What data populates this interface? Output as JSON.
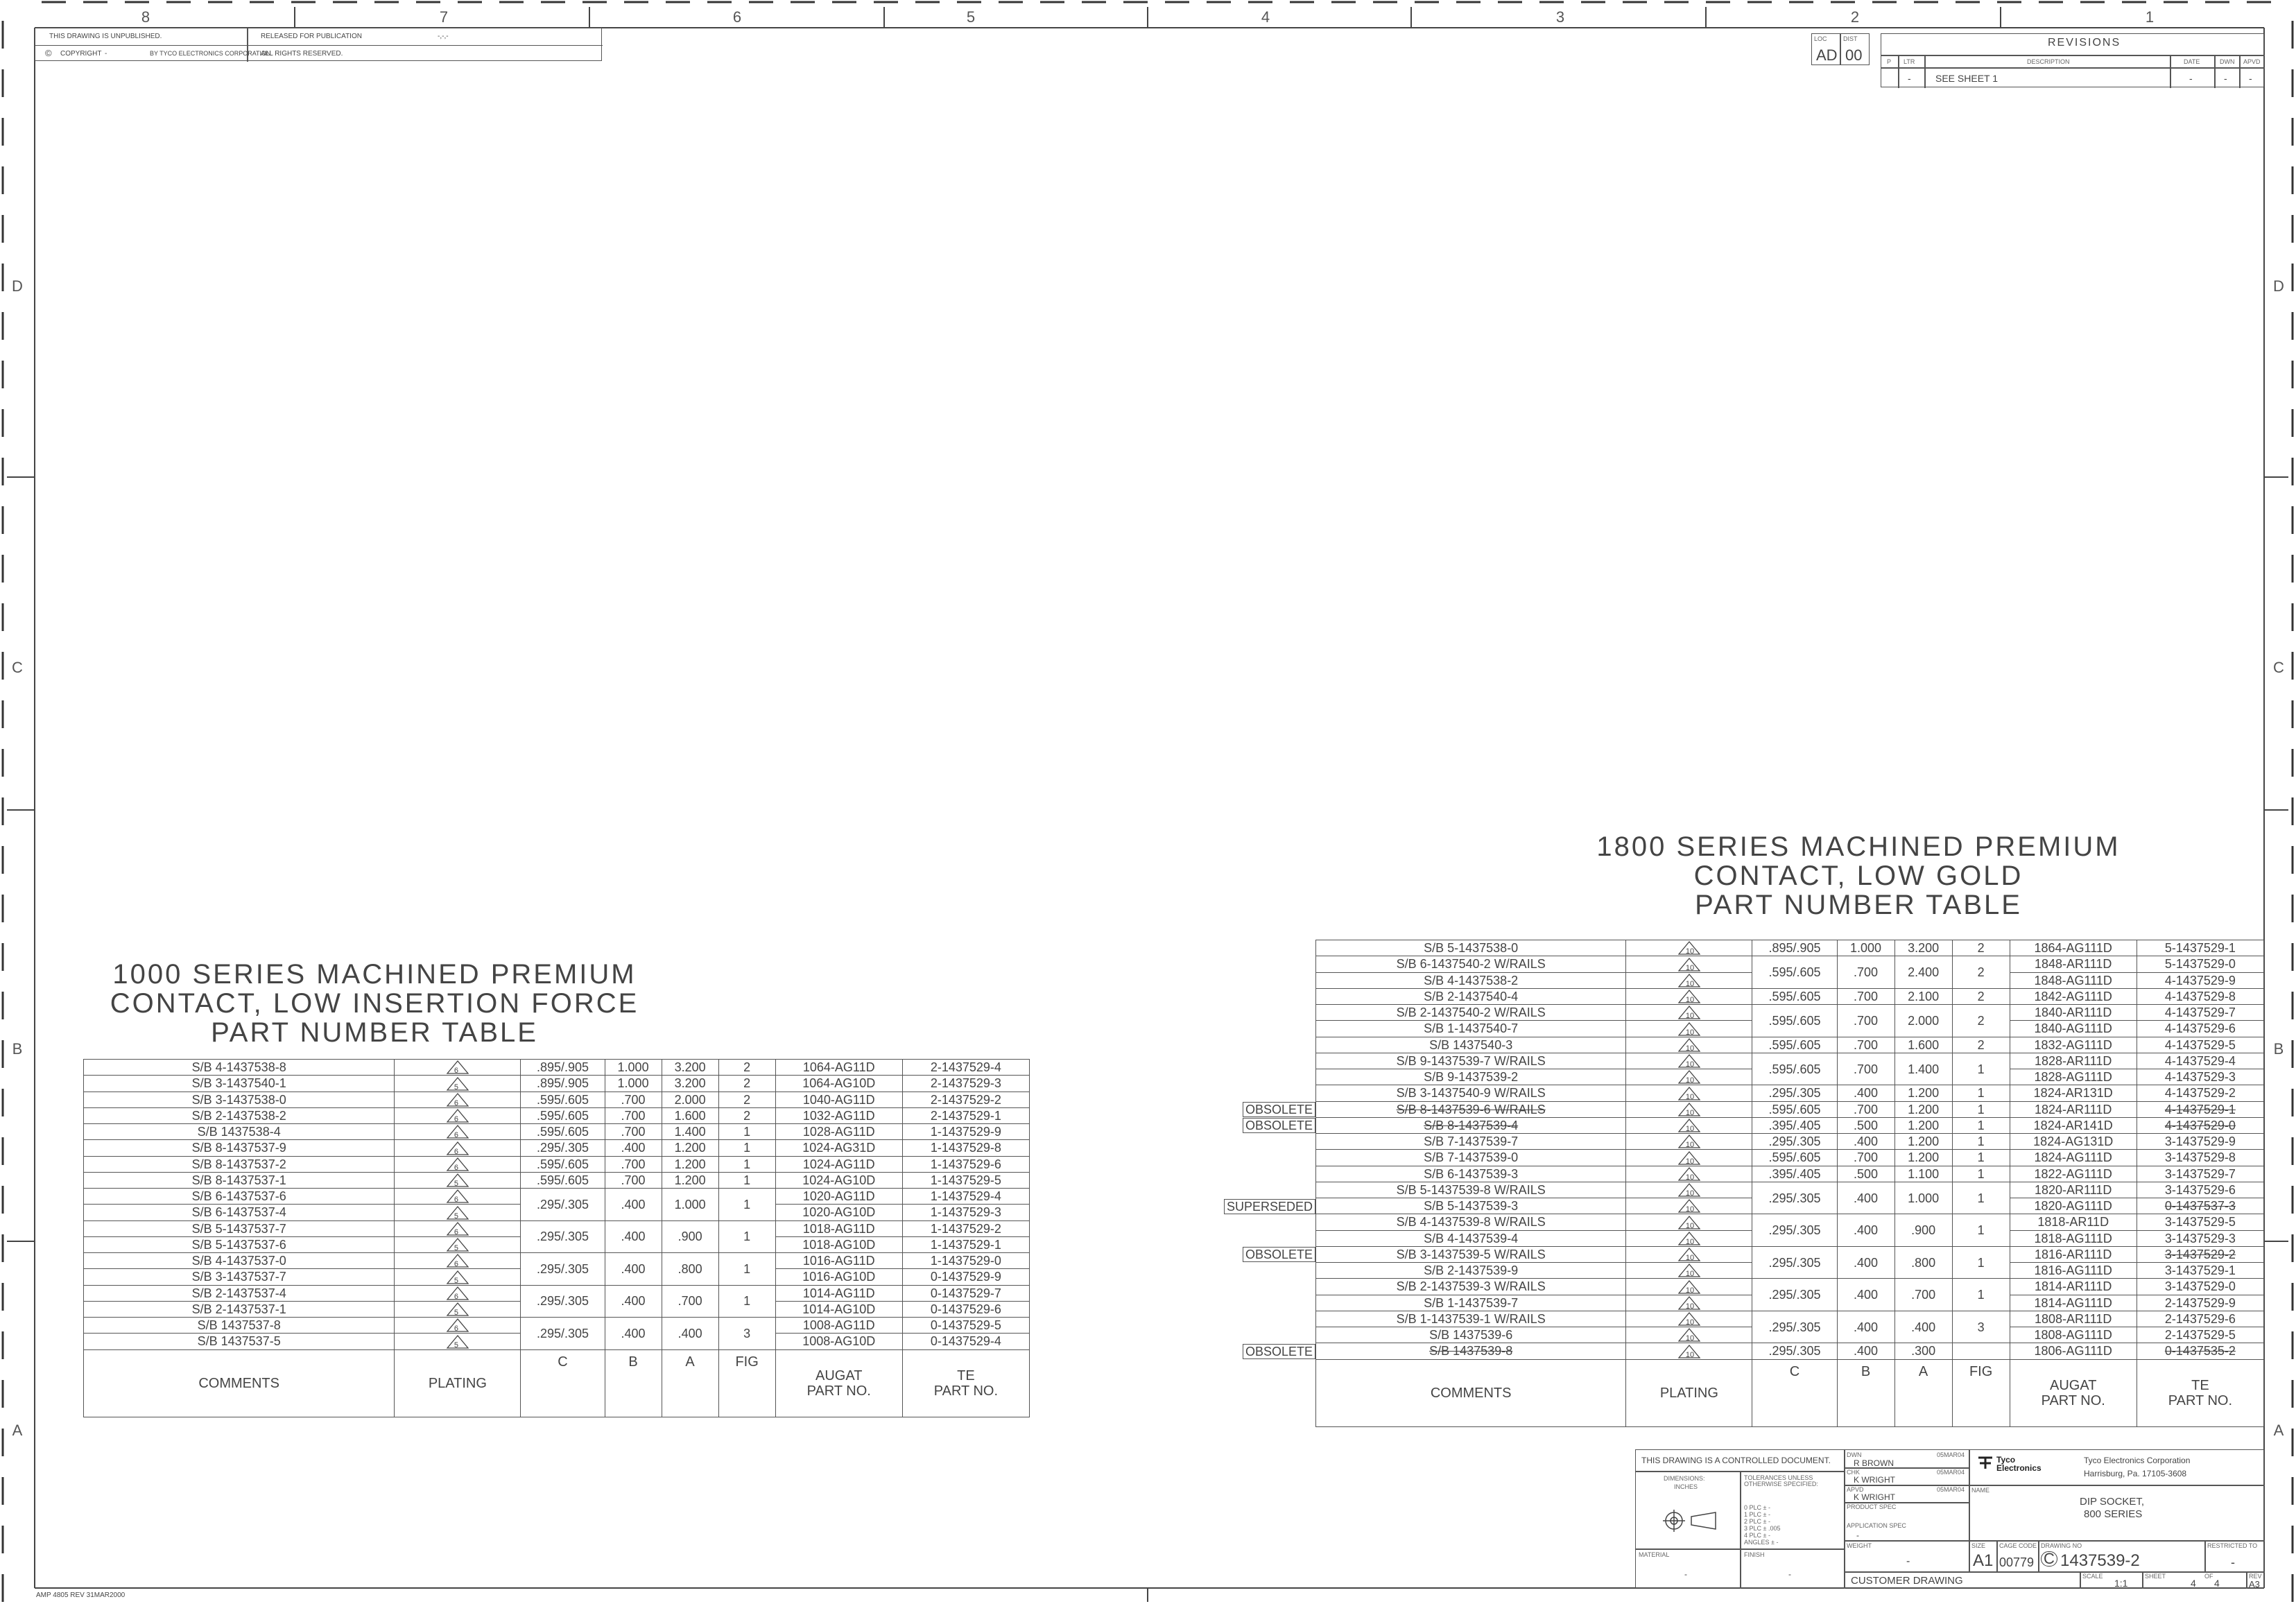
{
  "border": {
    "top_zones": [
      "8",
      "7",
      "6",
      "5",
      "4",
      "3",
      "2",
      "1"
    ],
    "side_zones": [
      "D",
      "C",
      "B",
      "A"
    ],
    "form_number": "AMP 4805 REV 31MAR2000"
  },
  "header": {
    "unpublished": "THIS DRAWING IS UNPUBLISHED.",
    "released": "RELEASED FOR PUBLICATION",
    "release_value": "-,-,-",
    "copyright": "COPYRIGHT",
    "copyright_dash": "-",
    "copyright_by": "BY TYCO ELECTRONICS CORPORATION.",
    "rights": "ALL RIGHTS RESERVED."
  },
  "revisions": {
    "loc_label": "LOC",
    "dist_label": "DIST",
    "loc": "AD",
    "dist": "00",
    "title": "REVISIONS",
    "col_p": "P",
    "col_ltr": "LTR",
    "col_desc": "DESCRIPTION",
    "col_date": "DATE",
    "col_dwn": "DWN",
    "col_apvd": "APVD",
    "row_ltr": "-",
    "row_desc": "SEE SHEET 1",
    "row_date": "-",
    "row_dwn": "-",
    "row_apvd": "-"
  },
  "table1000": {
    "title_lines": [
      "1000 SERIES MACHINED PREMIUM",
      "CONTACT, LOW INSERTION FORCE",
      "PART NUMBER TABLE"
    ],
    "headers": {
      "comments": "COMMENTS",
      "plating": "PLATING",
      "c": "C",
      "b": "B",
      "a": "A",
      "fig": "FIG",
      "augat": "AUGAT\nPART NO.",
      "te": "TE\nPART NO."
    },
    "rows": [
      {
        "comment": "S/B 4-1437538-8",
        "plating": "6",
        "c": ".895/.905",
        "b": "1.000",
        "a": "3.200",
        "fig": "2",
        "augat": "1064-AG11D",
        "te": "2-1437529-4"
      },
      {
        "comment": "S/B 3-1437540-1",
        "plating": "5",
        "c": ".895/.905",
        "b": "1.000",
        "a": "3.200",
        "fig": "2",
        "augat": "1064-AG10D",
        "te": "2-1437529-3"
      },
      {
        "comment": "S/B 3-1437538-0",
        "plating": "6",
        "c": ".595/.605",
        "b": ".700",
        "a": "2.000",
        "fig": "2",
        "augat": "1040-AG11D",
        "te": "2-1437529-2"
      },
      {
        "comment": "S/B 2-1437538-2",
        "plating": "6",
        "c": ".595/.605",
        "b": ".700",
        "a": "1.600",
        "fig": "2",
        "augat": "1032-AG11D",
        "te": "2-1437529-1"
      },
      {
        "comment": "S/B 1437538-4",
        "plating": "6",
        "c": ".595/.605",
        "b": ".700",
        "a": "1.400",
        "fig": "1",
        "augat": "1028-AG11D",
        "te": "1-1437529-9"
      },
      {
        "comment": "S/B 8-1437537-9",
        "plating": "6",
        "c": ".295/.305",
        "b": ".400",
        "a": "1.200",
        "fig": "1",
        "augat": "1024-AG31D",
        "te": "1-1437529-8"
      },
      {
        "comment": "S/B 8-1437537-2",
        "plating": "6",
        "c": ".595/.605",
        "b": ".700",
        "a": "1.200",
        "fig": "1",
        "augat": "1024-AG11D",
        "te": "1-1437529-6"
      },
      {
        "comment": "S/B 8-1437537-1",
        "plating": "5",
        "c": ".595/.605",
        "b": ".700",
        "a": "1.200",
        "fig": "1",
        "augat": "1024-AG10D",
        "te": "1-1437529-5"
      },
      {
        "comment": "S/B 6-1437537-6",
        "plating": "6",
        "c": ".295/.305",
        "b": ".400",
        "a": "1.000",
        "fig": "1",
        "augat": "1020-AG11D",
        "te": "1-1437529-4"
      },
      {
        "comment": "S/B 6-1437537-4",
        "plating": "5",
        "augat": "1020-AG10D",
        "te": "1-1437529-3"
      },
      {
        "comment": "S/B 5-1437537-7",
        "plating": "6",
        "c": ".295/.305",
        "b": ".400",
        "a": ".900",
        "fig": "1",
        "augat": "1018-AG11D",
        "te": "1-1437529-2"
      },
      {
        "comment": "S/B 5-1437537-6",
        "plating": "5",
        "augat": "1018-AG10D",
        "te": "1-1437529-1"
      },
      {
        "comment": "S/B 4-1437537-0",
        "plating": "6",
        "c": ".295/.305",
        "b": ".400",
        "a": ".800",
        "fig": "1",
        "augat": "1016-AG11D",
        "te": "1-1437529-0"
      },
      {
        "comment": "S/B 3-1437537-7",
        "plating": "5",
        "augat": "1016-AG10D",
        "te": "0-1437529-9"
      },
      {
        "comment": "S/B 2-1437537-4",
        "plating": "6",
        "c": ".295/.305",
        "b": ".400",
        "a": ".700",
        "fig": "1",
        "augat": "1014-AG11D",
        "te": "0-1437529-7"
      },
      {
        "comment": "S/B 2-1437537-1",
        "plating": "5",
        "augat": "1014-AG10D",
        "te": "0-1437529-6"
      },
      {
        "comment": "S/B 1437537-8",
        "plating": "6",
        "c": ".295/.305",
        "b": ".400",
        "a": ".400",
        "fig": "3",
        "augat": "1008-AG11D",
        "te": "0-1437529-5"
      },
      {
        "comment": "S/B 1437537-5",
        "plating": "5",
        "augat": "1008-AG10D",
        "te": "0-1437529-4"
      }
    ]
  },
  "table1800": {
    "title_lines": [
      "1800 SERIES MACHINED PREMIUM",
      "CONTACT, LOW GOLD",
      "PART NUMBER TABLE"
    ],
    "headers": {
      "comments": "COMMENTS",
      "plating": "PLATING",
      "c": "C",
      "b": "B",
      "a": "A",
      "fig": "FIG",
      "augat": "AUGAT\nPART NO.",
      "te": "TE\nPART NO."
    },
    "rows": [
      {
        "comment": "S/B 5-1437538-0",
        "plating": "10",
        "c": ".895/.905",
        "b": "1.000",
        "a": "3.200",
        "fig": "2",
        "augat": "1864-AG111D",
        "te": "5-1437529-1"
      },
      {
        "comment": "S/B 6-1437540-2 W/RAILS",
        "plating": "10",
        "c": ".595/.605",
        "b": ".700",
        "a": "2.400",
        "fig": "2",
        "augat": "1848-AR111D",
        "te": "5-1437529-0"
      },
      {
        "comment": "S/B 4-1437538-2",
        "plating": "10",
        "augat": "1848-AG111D",
        "te": "4-1437529-9"
      },
      {
        "comment": "S/B 2-1437540-4",
        "plating": "10",
        "c": ".595/.605",
        "b": ".700",
        "a": "2.100",
        "fig": "2",
        "augat": "1842-AG111D",
        "te": "4-1437529-8"
      },
      {
        "comment": "S/B 2-1437540-2 W/RAILS",
        "plating": "10",
        "c": ".595/.605",
        "b": ".700",
        "a": "2.000",
        "fig": "2",
        "augat": "1840-AR111D",
        "te": "4-1437529-7"
      },
      {
        "comment": "S/B 1-1437540-7",
        "plating": "10",
        "augat": "1840-AG111D",
        "te": "4-1437529-6"
      },
      {
        "comment": "S/B 1437540-3",
        "plating": "10",
        "c": ".595/.605",
        "b": ".700",
        "a": "1.600",
        "fig": "2",
        "augat": "1832-AG111D",
        "te": "4-1437529-5"
      },
      {
        "comment": "S/B 9-1437539-7 W/RAILS",
        "plating": "10",
        "c": ".595/.605",
        "b": ".700",
        "a": "1.400",
        "fig": "1",
        "augat": "1828-AR111D",
        "te": "4-1437529-4"
      },
      {
        "comment": "S/B 9-1437539-2",
        "plating": "10",
        "augat": "1828-AG111D",
        "te": "4-1437529-3"
      },
      {
        "comment": "S/B 3-1437540-9 W/RAILS",
        "plating": "10",
        "c": ".295/.305",
        "b": ".400",
        "a": "1.200",
        "fig": "1",
        "augat": "1824-AR131D",
        "te": "4-1437529-2"
      },
      {
        "comment": "S/B 8-1437539-6 W/RAILS",
        "plating": "10",
        "c": ".595/.605",
        "b": ".700",
        "a": "1.200",
        "fig": "1",
        "augat": "1824-AR111D",
        "te": "4-1437529-1",
        "tag": "OBSOLETE",
        "strike": true
      },
      {
        "comment": "S/B 8-1437539-4",
        "plating": "10",
        "c": ".395/.405",
        "b": ".500",
        "a": "1.200",
        "fig": "1",
        "augat": "1824-AR141D",
        "te": "4-1437529-0",
        "tag": "OBSOLETE",
        "strike": true
      },
      {
        "comment": "S/B 7-1437539-7",
        "plating": "10",
        "c": ".295/.305",
        "b": ".400",
        "a": "1.200",
        "fig": "1",
        "augat": "1824-AG131D",
        "te": "3-1437529-9"
      },
      {
        "comment": "S/B 7-1437539-0",
        "plating": "10",
        "c": ".595/.605",
        "b": ".700",
        "a": "1.200",
        "fig": "1",
        "augat": "1824-AG111D",
        "te": "3-1437529-8"
      },
      {
        "comment": "S/B 6-1437539-3",
        "plating": "10",
        "c": ".395/.405",
        "b": ".500",
        "a": "1.100",
        "fig": "1",
        "augat": "1822-AG111D",
        "te": "3-1437529-7"
      },
      {
        "comment": "S/B 5-1437539-8 W/RAILS",
        "plating": "10",
        "c": ".295/.305",
        "b": ".400",
        "a": "1.000",
        "fig": "1",
        "augat": "1820-AR111D",
        "te": "3-1437529-6"
      },
      {
        "comment": "S/B 5-1437539-3",
        "plating": "10",
        "augat": "1820-AG111D",
        "te": "0-1437537-3",
        "tag": "SUPERSEDED",
        "strikeTe": true
      },
      {
        "comment": "S/B 4-1437539-8 W/RAILS",
        "plating": "10",
        "c": ".295/.305",
        "b": ".400",
        "a": ".900",
        "fig": "1",
        "augat": "1818-AR11D",
        "te": "3-1437529-5"
      },
      {
        "comment": "S/B 4-1437539-4",
        "plating": "10",
        "augat": "1818-AG111D",
        "te": "3-1437529-3"
      },
      {
        "comment": "S/B 3-1437539-5 W/RAILS",
        "plating": "10",
        "c": ".295/.305",
        "b": ".400",
        "a": ".800",
        "fig": "1",
        "augat": "1816-AR111D",
        "te": "3-1437529-2",
        "tag": "OBSOLETE",
        "strikeTe": true
      },
      {
        "comment": "S/B 2-1437539-9",
        "plating": "10",
        "augat": "1816-AG111D",
        "te": "3-1437529-1"
      },
      {
        "comment": "S/B 2-1437539-3 W/RAILS",
        "plating": "10",
        "c": ".295/.305",
        "b": ".400",
        "a": ".700",
        "fig": "1",
        "augat": "1814-AR111D",
        "te": "3-1437529-0"
      },
      {
        "comment": "S/B 1-1437539-7",
        "plating": "10",
        "augat": "1814-AG111D",
        "te": "2-1437529-9"
      },
      {
        "comment": "S/B 1-1437539-1 W/RAILS",
        "plating": "10",
        "c": ".295/.305",
        "b": ".400",
        "a": ".400",
        "fig": "3",
        "augat": "1808-AR111D",
        "te": "2-1437529-6"
      },
      {
        "comment": "S/B 1437539-6",
        "plating": "10",
        "augat": "1808-AG111D",
        "te": "2-1437529-5"
      },
      {
        "comment": "S/B 1437539-8",
        "plating": "10",
        "c": ".295/.305",
        "b": ".400",
        "a": ".300",
        "fig": "",
        "augat": "1806-AG111D",
        "te": "0-1437535-2",
        "tag": "OBSOLETE",
        "strike": true
      }
    ]
  },
  "title_block": {
    "controlled": "THIS DRAWING IS A CONTROLLED DOCUMENT.",
    "dwn_label": "DWN",
    "dwn": "R BROWN",
    "dwn_date": "05MAR04",
    "chk_label": "CHK",
    "chk": "K WRIGHT",
    "chk_date": "05MAR04",
    "apvd_label": "APVD",
    "apvd": "K WRIGHT",
    "apvd_date": "05MAR04",
    "dimensions": "DIMENSIONS:",
    "inches": "INCHES",
    "tolerances": "TOLERANCES UNLESS OTHERWISE SPECIFIED:",
    "tol_lines": [
      "0 PLC  ± -",
      "1 PLC  ± -",
      "2 PLC  ± -",
      "3 PLC  ± .005",
      "4 PLC  ± -",
      "ANGLES  ± -"
    ],
    "product_spec": "PRODUCT SPEC",
    "application_spec": "APPLICATION SPEC",
    "spec_dash": "-",
    "material": "MATERIAL",
    "material_val": "-",
    "finish": "FINISH",
    "finish_val": "-",
    "weight": "WEIGHT",
    "weight_val": "-",
    "company_logo": "Tyco Electronics",
    "company": "Tyco Electronics Corporation",
    "address": "Harrisburg, Pa. 17105-3608",
    "name_label": "NAME",
    "name1": "DIP SOCKET,",
    "name2": "800 SERIES",
    "size_label": "SIZE",
    "size": "A1",
    "cage_label": "CAGE CODE",
    "cage": "00779",
    "dwg_label": "DRAWING NO",
    "dwg_prefix": "C",
    "dwg": "1437539-2",
    "restricted_label": "RESTRICTED TO",
    "restricted": "-",
    "customer": "CUSTOMER DRAWING",
    "scale_label": "SCALE",
    "scale": "1:1",
    "sheet_label": "SHEET",
    "sheet": "4",
    "of_label": "OF",
    "of": "4",
    "rev_label": "REV",
    "rev": "A3"
  }
}
